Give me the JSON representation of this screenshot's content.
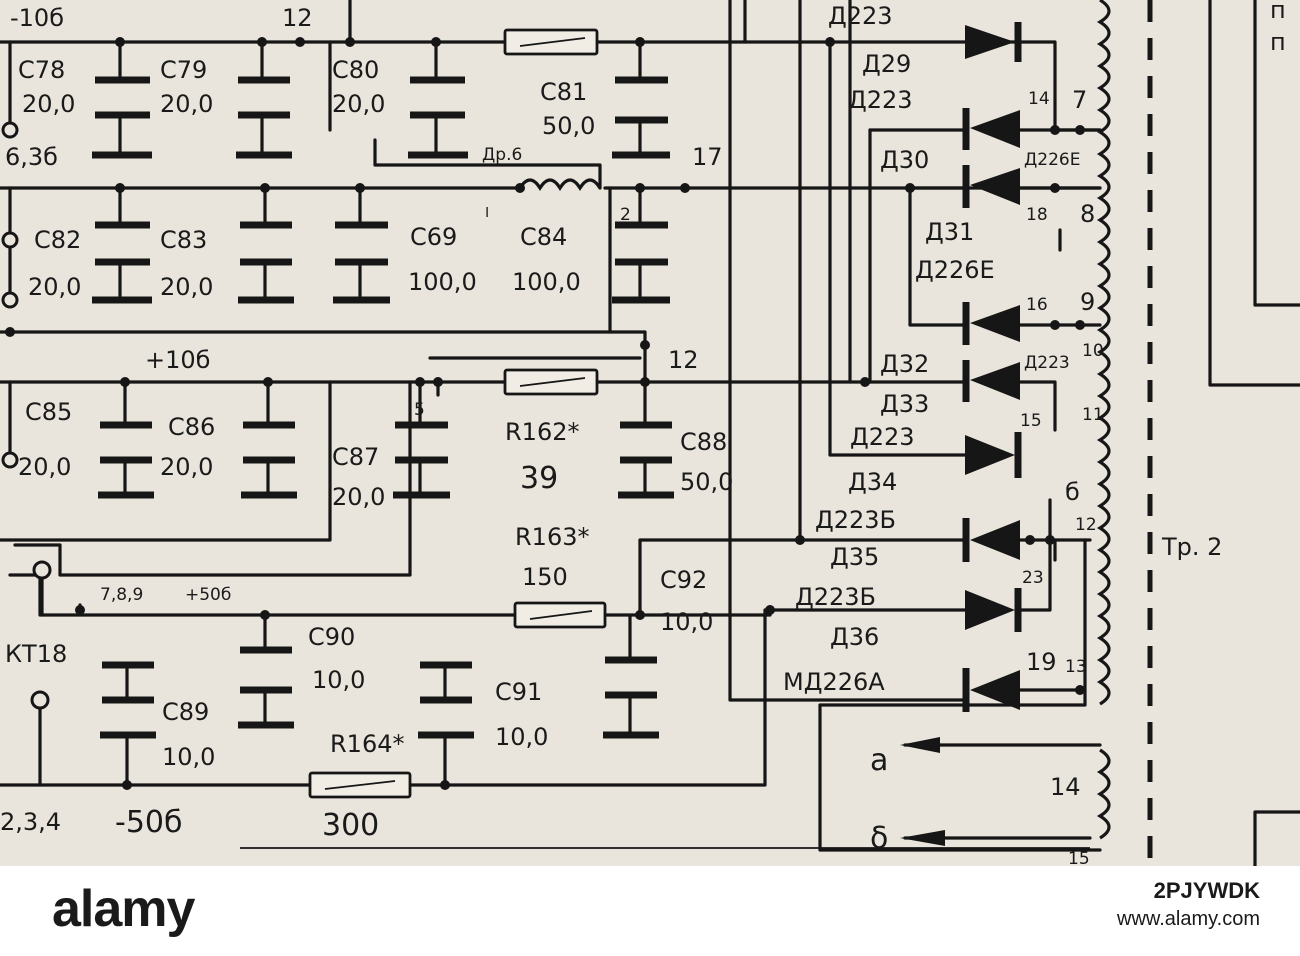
{
  "labels": {
    "v_neg10": "-10б",
    "n12_top": "12",
    "c78": "C78",
    "c78_v": "20,0",
    "c79": "C79",
    "c79_v": "20,0",
    "v63": "6,3б",
    "c80": "C80",
    "c80_v": "20,0",
    "c81": "C81",
    "c81_v": "50,0",
    "dr6": "Др.6",
    "n17": "17",
    "d223_a": "Д223",
    "d29": "Д29",
    "d223_b": "Д223",
    "n14a": "14",
    "n7": "7",
    "d30": "Д30",
    "d226e_a": "Д226Е",
    "n18": "18",
    "n8": "8",
    "d31": "Д31",
    "d226e_b": "Д226Е",
    "c82": "C82",
    "c82_v": "20,0",
    "c83": "C83",
    "c83_v": "20,0",
    "c69": "C69",
    "c69_v": "100,0",
    "c69_mark": "ˡ",
    "c84": "C84",
    "c84_v": "100,0",
    "n2": "2",
    "n16": "16",
    "n9": "9",
    "v_pos10": "+10б",
    "n12_mid": "12",
    "d32": "Д32",
    "d223_c": "Д223",
    "n10": "10",
    "d33": "Д33",
    "d223_d": "Д223",
    "n15": "15",
    "n11": "11",
    "c85": "C85",
    "c85_v": "20,0",
    "c86": "C86",
    "c86_v": "20,0",
    "c87": "C87",
    "c87_v": "20,0",
    "n5": "5",
    "r162": "R162*",
    "r162_v": "39",
    "c88": "C88",
    "c88_v": "50,0",
    "d34": "Д34",
    "d223b_a": "Д223Б",
    "n_b": "б",
    "n12b": "12",
    "r163": "R163*",
    "r163_v": "150",
    "c92": "C92",
    "c92_v": "10,0",
    "d35": "Д35",
    "d223b_b": "Д223Б",
    "n23": "23",
    "tr2": "Тр. 2",
    "n789": "7,8,9",
    "v_pos50": "+50б",
    "kt18": "КТ18",
    "c90": "C90",
    "c90_v": "10,0",
    "d36": "Д36",
    "ma226a": "МД226А",
    "n19": "19",
    "n13": "13",
    "c89": "C89",
    "c89_v": "10,0",
    "c91": "C91",
    "c91_v": "10,0",
    "r164": "R164*",
    "n_a": "a",
    "n14b": "14",
    "n234": "2,3,4",
    "v_neg50": "-50б",
    "r164_v": "300",
    "n_d": "δ",
    "n15b": "15",
    "n_p1": "п",
    "n_p2": "п"
  },
  "watermark": {
    "logo": "alamy",
    "image_id": "2PJYWDK",
    "site": "www.alamy.com"
  }
}
